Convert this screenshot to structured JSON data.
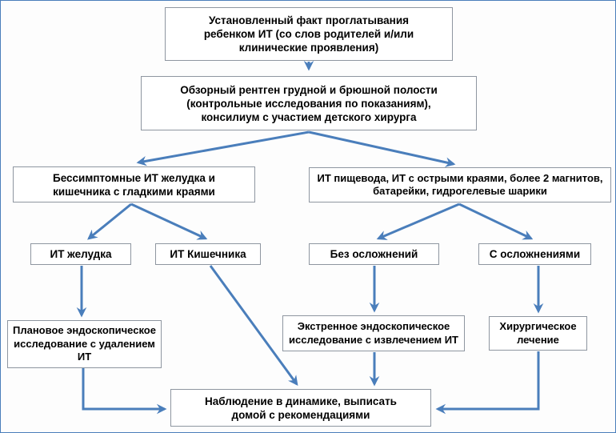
{
  "colors": {
    "arrow-color": "#4a7ebb",
    "box-border": "#8e96a0",
    "box-bg": "#ffffff",
    "page-border": "#4a7ebb",
    "text-color": "#000000"
  },
  "nodes": {
    "fact": {
      "label": "Установленный факт проглатывания\nребенком ИТ (со слов родителей и/или\nклинические проявления)"
    },
    "xray": {
      "label": "Обзорный рентген грудной и брюшной полости\n(контрольные исследования по показаниям),\nконсилиум с участием детского хирурга"
    },
    "asymptomatic": {
      "label": "Бессимптомные ИТ желудка и\nкишечника с гладкими краями"
    },
    "dangerous": {
      "label": "ИТ пищевода, ИТ с острыми краями, более 2 магнитов,\nбатарейки, гидрогелевые шарики"
    },
    "stomach": {
      "label": "ИТ желудка"
    },
    "intestine": {
      "label": "ИТ Кишечника"
    },
    "no_complications": {
      "label": "Без осложнений"
    },
    "complications": {
      "label": "С осложнениями"
    },
    "planned_endoscopy": {
      "label": "Плановое эндоскопическое\nисследование с удалением\nИТ"
    },
    "urgent_endoscopy": {
      "label": "Экстренное эндоскопическое\nисследование с извлечением ИТ"
    },
    "surgery": {
      "label": "Хирургическое\nлечение"
    },
    "observation": {
      "label": "Наблюдение в динамике, выписать\nдомой с рекомендациями"
    }
  },
  "edges": [
    {
      "from": "fact",
      "to": "xray"
    },
    {
      "from": "xray",
      "to": "asymptomatic"
    },
    {
      "from": "xray",
      "to": "dangerous"
    },
    {
      "from": "asymptomatic",
      "to": "stomach"
    },
    {
      "from": "asymptomatic",
      "to": "intestine"
    },
    {
      "from": "dangerous",
      "to": "no_complications"
    },
    {
      "from": "dangerous",
      "to": "complications"
    },
    {
      "from": "stomach",
      "to": "planned_endoscopy"
    },
    {
      "from": "intestine",
      "to": "observation"
    },
    {
      "from": "no_complications",
      "to": "urgent_endoscopy"
    },
    {
      "from": "complications",
      "to": "surgery"
    },
    {
      "from": "planned_endoscopy",
      "to": "observation"
    },
    {
      "from": "urgent_endoscopy",
      "to": "observation"
    },
    {
      "from": "surgery",
      "to": "observation"
    }
  ]
}
